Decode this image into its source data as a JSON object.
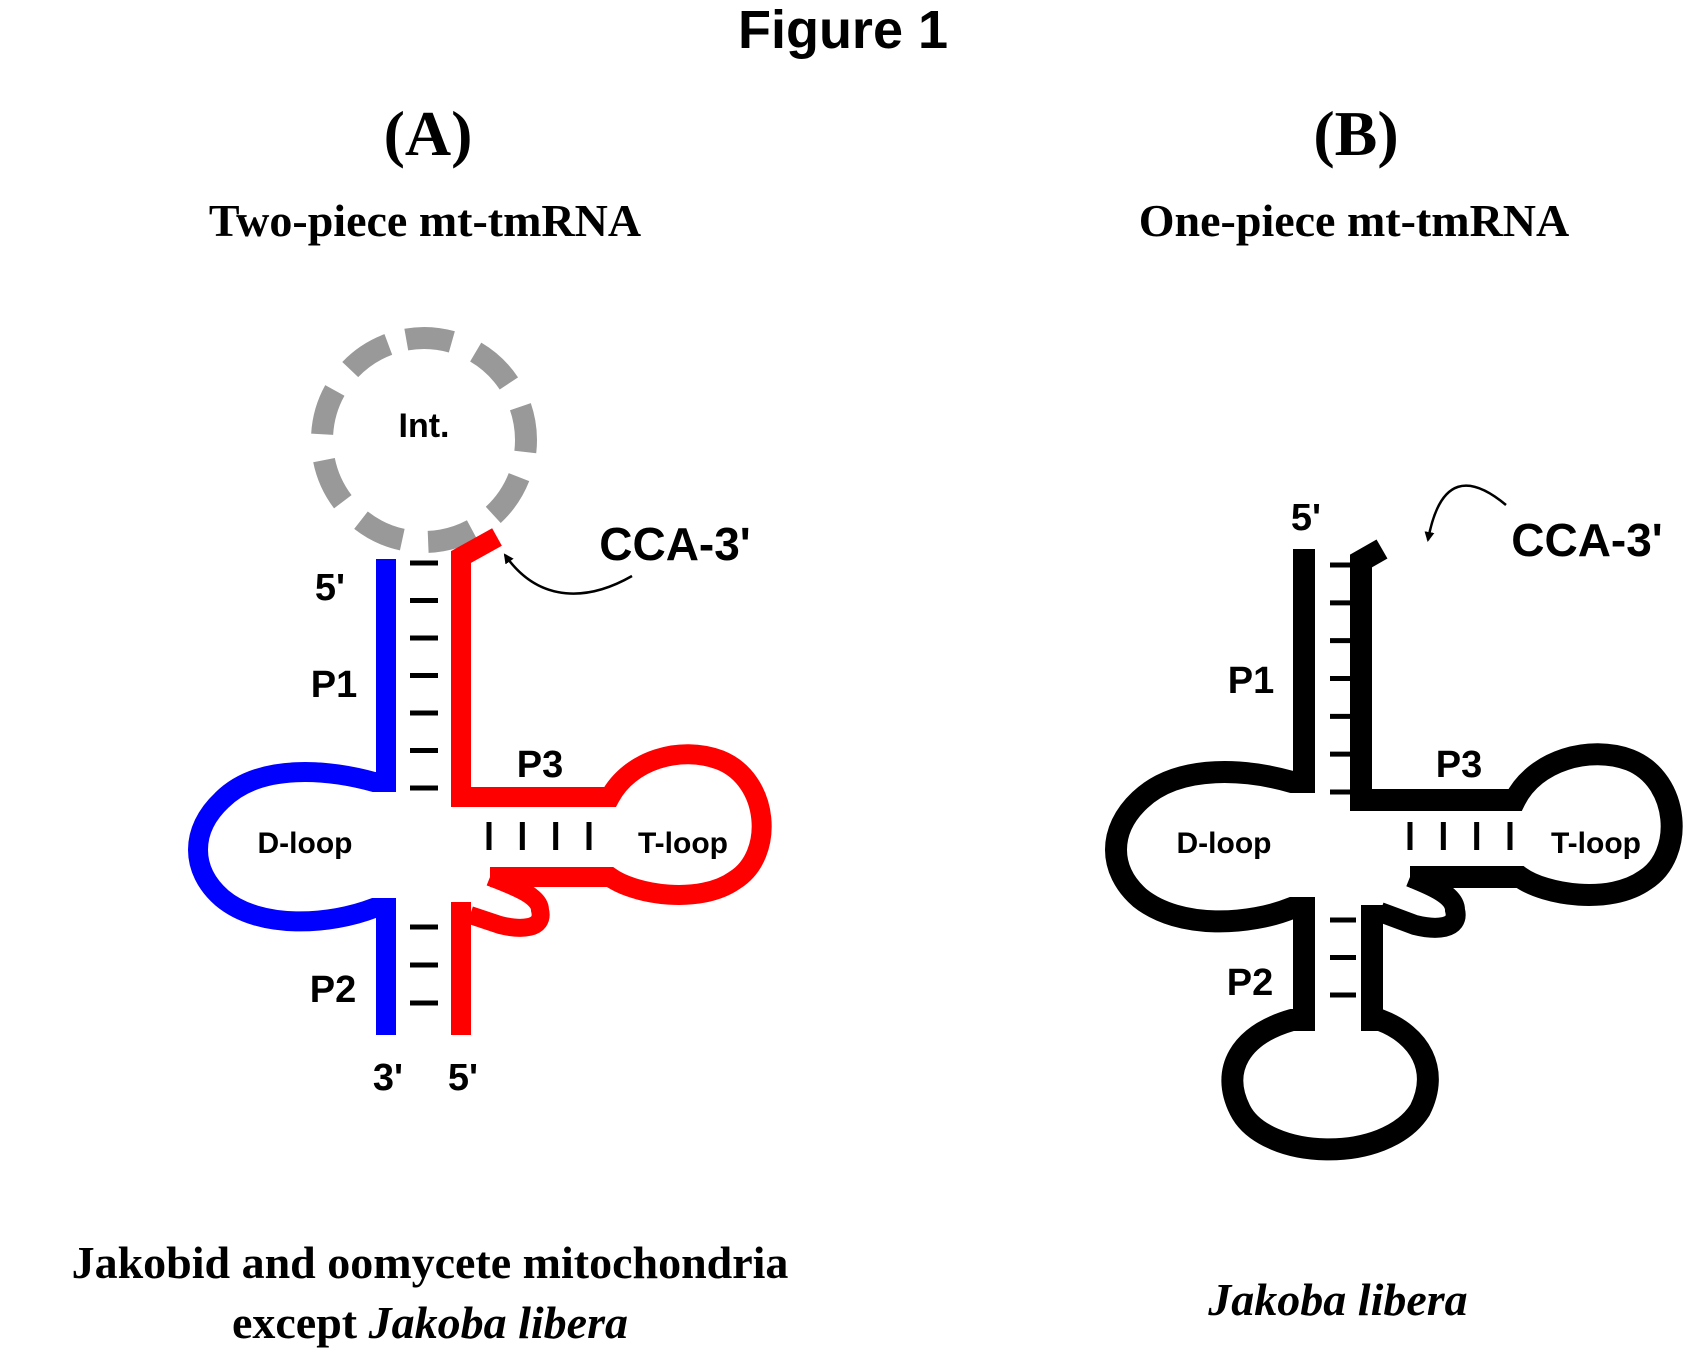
{
  "figure_title": "Figure 1",
  "colors": {
    "strand_5prime_piece": "#0000ff",
    "strand_3prime_piece": "#ff0000",
    "one_piece_strand": "#000000",
    "intervening_sequence": "#999999",
    "base_pair": "#000000"
  },
  "panels": [
    {
      "label": "(A)",
      "subtitle": "Two-piece mt-tmRNA",
      "caption_line1": "Jakobid and oomycete mitochondria",
      "caption_line2_plain": "except ",
      "caption_line2_italic": "Jakoba libera",
      "structure_labels": {
        "intervening": "Int.",
        "five_prime_top": "5'",
        "p1": "P1",
        "p2": "P2",
        "p3": "P3",
        "d_loop": "D-loop",
        "t_loop": "T-loop",
        "cca": "CCA-3'",
        "three_prime_bottom": "3'",
        "five_prime_bottom": "5'"
      },
      "pairs": {
        "p1": 7,
        "p2": 3,
        "p3": 4
      }
    },
    {
      "label": "(B)",
      "subtitle": "One-piece mt-tmRNA",
      "caption_italic": "Jakoba libera",
      "structure_labels": {
        "five_prime_top": "5'",
        "p1": "P1",
        "p2": "P2",
        "p3": "P3",
        "d_loop": "D-loop",
        "t_loop": "T-loop",
        "cca": "CCA-3'"
      },
      "pairs": {
        "p1": 7,
        "p2": 3,
        "p3": 4
      }
    }
  ]
}
